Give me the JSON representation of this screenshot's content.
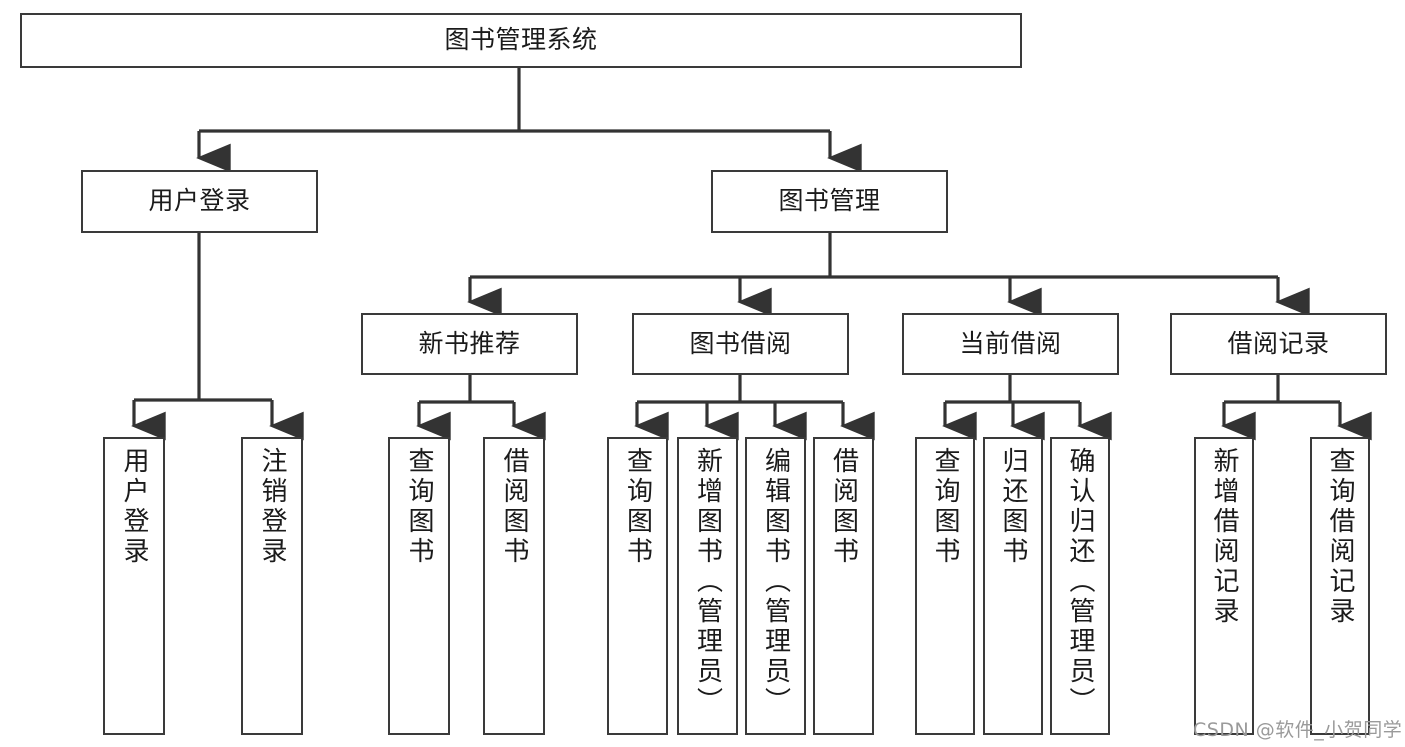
{
  "diagram": {
    "type": "tree-hierarchy-flowchart",
    "title": "图书管理系统",
    "style": {
      "box_border_color": "#3a3a3a",
      "box_fill_color": "#ffffff",
      "line_color": "#333333",
      "text_color": "#1b1b1b",
      "background": "#ffffff"
    },
    "levels": [
      {
        "level": 1,
        "nodes": [
          {
            "id": "root",
            "label": "图书管理系统",
            "orientation": "horizontal"
          }
        ]
      },
      {
        "level": 2,
        "nodes": [
          {
            "id": "login",
            "label": "用户登录",
            "orientation": "horizontal",
            "parent": "root"
          },
          {
            "id": "bookmgmt",
            "label": "图书管理",
            "orientation": "horizontal",
            "parent": "root"
          }
        ]
      },
      {
        "level": 3,
        "nodes": [
          {
            "id": "newbook",
            "label": "新书推荐",
            "orientation": "horizontal",
            "parent": "bookmgmt"
          },
          {
            "id": "borrow",
            "label": "图书借阅",
            "orientation": "horizontal",
            "parent": "bookmgmt"
          },
          {
            "id": "current",
            "label": "当前借阅",
            "orientation": "horizontal",
            "parent": "bookmgmt"
          },
          {
            "id": "records",
            "label": "借阅记录",
            "orientation": "horizontal",
            "parent": "bookmgmt"
          }
        ]
      },
      {
        "level": 4,
        "nodes": [
          {
            "id": "leaf1",
            "label": "用户登录",
            "orientation": "vertical",
            "parent": "login"
          },
          {
            "id": "leaf2",
            "label": "注销登录",
            "orientation": "vertical",
            "parent": "login"
          },
          {
            "id": "leaf3",
            "label": "查询图书",
            "orientation": "vertical",
            "parent": "newbook"
          },
          {
            "id": "leaf4",
            "label": "借阅图书",
            "orientation": "vertical",
            "parent": "newbook"
          },
          {
            "id": "leaf5",
            "label": "查询图书",
            "orientation": "vertical",
            "parent": "borrow"
          },
          {
            "id": "leaf6",
            "label": "新增图书（管理员）",
            "orientation": "vertical",
            "parent": "borrow"
          },
          {
            "id": "leaf7",
            "label": "编辑图书（管理员）",
            "orientation": "vertical",
            "parent": "borrow"
          },
          {
            "id": "leaf8",
            "label": "借阅图书",
            "orientation": "vertical",
            "parent": "borrow"
          },
          {
            "id": "leaf9",
            "label": "查询图书",
            "orientation": "vertical",
            "parent": "current"
          },
          {
            "id": "leaf10",
            "label": "归还图书",
            "orientation": "vertical",
            "parent": "current"
          },
          {
            "id": "leaf11",
            "label": "确认归还（管理员）",
            "orientation": "vertical",
            "parent": "current"
          },
          {
            "id": "leaf12",
            "label": "新增借阅记录",
            "orientation": "vertical",
            "parent": "records"
          },
          {
            "id": "leaf13",
            "label": "查询借阅记录",
            "orientation": "vertical",
            "parent": "records"
          }
        ]
      }
    ]
  },
  "watermark": {
    "text": "CSDN @软件_小贺同学"
  }
}
